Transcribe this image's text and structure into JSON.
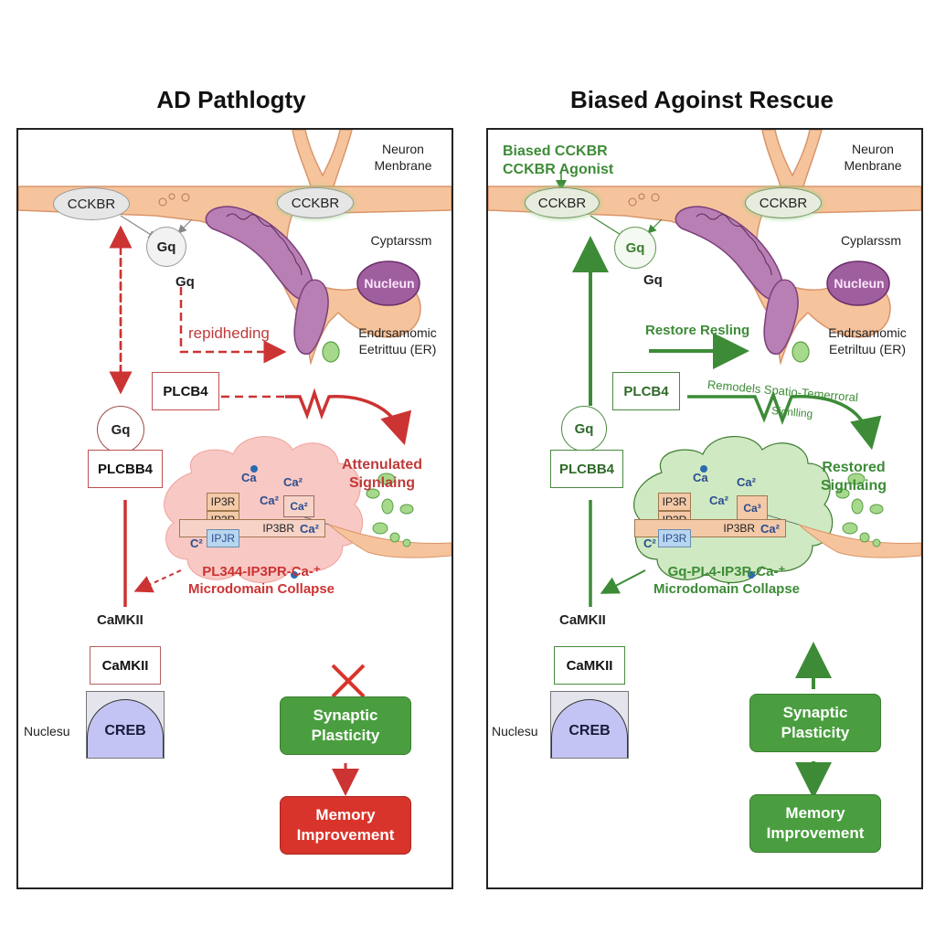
{
  "panels": {
    "left": {
      "title": "AD Pathlogty",
      "accent": "#cc3333",
      "receptor_left": "CCKBR",
      "receptor_right": "CCKBR",
      "gq_circle": "Gq",
      "gq_label": "Gq",
      "neuron_membrane": "Neuron\nMenbrane",
      "cytoplasm": "Cyptarssm",
      "nucleus": "Nucleun",
      "er_label": "Endrsamomic\nEetrittuu (ER)",
      "arrow_label": "repidheding",
      "plcb4": "PLCB4",
      "gq_node": "Gq",
      "plcbb4": "PLCBB4",
      "signaling_label": "Attenulated\nSignlaing",
      "microdomain": {
        "ca_labels": [
          "Ca",
          "Ca²",
          "Ca²",
          "Ca²",
          "Ca²",
          "C²"
        ],
        "ip3r_labels": [
          "IP3R",
          "IP3R",
          "IPJR"
        ],
        "ip3br": "IP3BR",
        "caption": "PL344-IP3PR-Ca-⁺\nMicrodomain Collapse"
      },
      "camkii_label": "CaMKII",
      "camkii_box": "CaMKII",
      "nucleus_side": "Nuclesu",
      "creb": "CREB",
      "blocked_icon": "x-mark",
      "synaptic": "Synaptic\nPlasticity",
      "memory": "Memory\nImprovement",
      "synaptic_color": "#4a9e3f",
      "memory_color": "#d9342b"
    },
    "right": {
      "title": "Biased Agoinst Rescue",
      "accent": "#3d8b37",
      "agonist_label": "Biased CCKBR\nCCKBR Agonist",
      "receptor_left": "CCKBR",
      "receptor_right": "CCKBR",
      "gq_circle": "Gq",
      "gq_label": "Gq",
      "neuron_membrane": "Neuron\nMenbrane",
      "cytoplasm": "Cyplarssm",
      "nucleus": "Nucleun",
      "er_label": "Endrsamomic\nEetriltuu (ER)",
      "arrow_label": "Restore Resling",
      "plcb4": "PLCB4",
      "remodels_label": "Remodels Spatio-Temerroral",
      "remodels_sub": "Signlling",
      "gq_node": "Gq",
      "plcbb4": "PLCBB4",
      "signaling_label": "Restored\nSignlaing",
      "microdomain": {
        "ca_labels": [
          "Ca",
          "Ca²",
          "Ca²",
          "Ca³",
          "Ca²",
          "C²"
        ],
        "ip3r_labels": [
          "IP3R",
          "IP3R",
          "IP3R"
        ],
        "ip3br": "IP3BR",
        "caption": "Gq-PL4-IP3R-Ca-⁺\nMicrodomain Collapse"
      },
      "camkii_label": "CaMKII",
      "camkii_box": "CaMKII",
      "nucleus_side": "Nuclesu",
      "creb": "CREB",
      "synaptic": "Synaptic\nPlasticity",
      "memory": "Memory\nImprovement",
      "synaptic_color": "#4a9e3f",
      "memory_color": "#4a9e3f"
    }
  }
}
